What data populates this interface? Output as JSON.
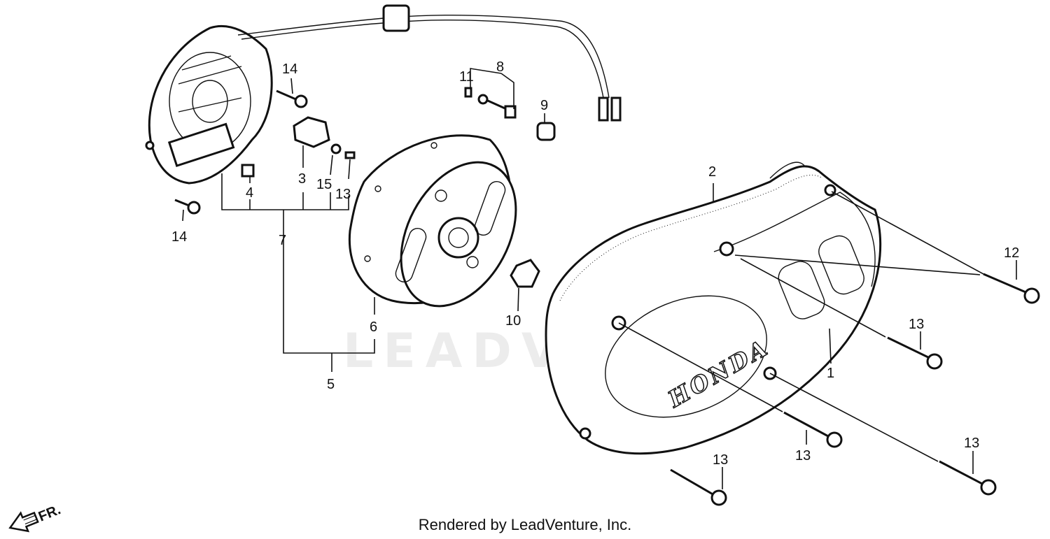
{
  "callouts": [
    "1",
    "2",
    "3",
    "4",
    "5",
    "6",
    "7",
    "8",
    "9",
    "10",
    "11",
    "12",
    "13",
    "13",
    "13",
    "13",
    "13",
    "14",
    "14",
    "15"
  ],
  "direction_marker": "FR.",
  "cover_logo": "HONDA",
  "watermark": "LEADVENTURE",
  "credit": "Rendered by LeadVenture, Inc."
}
